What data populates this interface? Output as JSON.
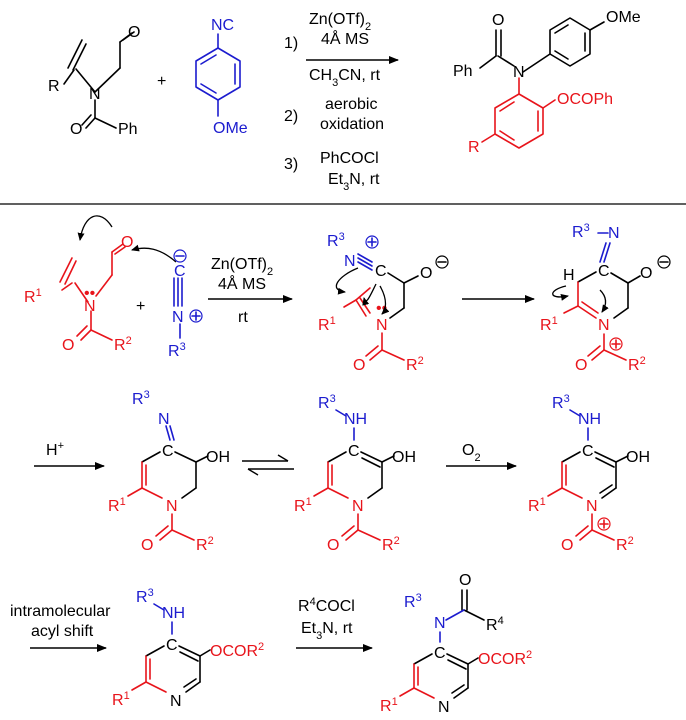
{
  "colors": {
    "substrate": "#e8141b",
    "isocyanide": "#1c1ccf",
    "text": "#000000"
  },
  "top_scheme": {
    "ald_o": "O",
    "r": "R",
    "n": "N",
    "amide_o": "O",
    "ph": "Ph",
    "plus": "+",
    "iso_nc": "NC",
    "iso_ome": "OMe",
    "step1_num": "1)",
    "step1_a": "Zn(OTf)",
    "step1_a_sub": "2",
    "step1_b": "4Å MS",
    "step1_c_pre": "CH",
    "step1_c_sub": "3",
    "step1_c_post": "CN, rt",
    "step2_num": "2)",
    "step2_a": "aerobic",
    "step2_b": "oxidation",
    "step3_num": "3)",
    "step3_a": "PhCOCl",
    "step3_b_pre": "Et",
    "step3_b_sub": "3",
    "step3_b_post": "N, rt",
    "prod_o": "O",
    "prod_ph": "Ph",
    "prod_n": "N",
    "prod_ome": "OMe",
    "prod_ocoph": "OCOPh",
    "prod_r": "R"
  },
  "mechanism": {
    "o": "O",
    "n": "N",
    "r1": "R",
    "sup1": "1",
    "r2": "R",
    "sup2": "2",
    "r3": "R",
    "sup3": "3",
    "r4": "R",
    "sup4": "4",
    "plus": "+",
    "c": "C",
    "oh": "OH",
    "nh": "NH",
    "h": "H",
    "ominus": "O",
    "lone": "••",
    "cond1_a": "Zn(OTf)",
    "cond1_a_sub": "2",
    "cond1_b": "4Å MS",
    "cond1_c": "rt",
    "acid": "H",
    "acid_sup": "+",
    "oxidant": "O",
    "oxidant_sub": "2",
    "shift_a": "intramolecular",
    "shift_b": "acyl shift",
    "cond4_a_pre": "R",
    "cond4_a_sup": "4",
    "cond4_a_post": "COCl",
    "cond4_b_pre": "Et",
    "cond4_b_sub": "3",
    "cond4_b_post": "N, rt",
    "ocor2": "OCOR",
    "ocor2_sup": "2"
  }
}
